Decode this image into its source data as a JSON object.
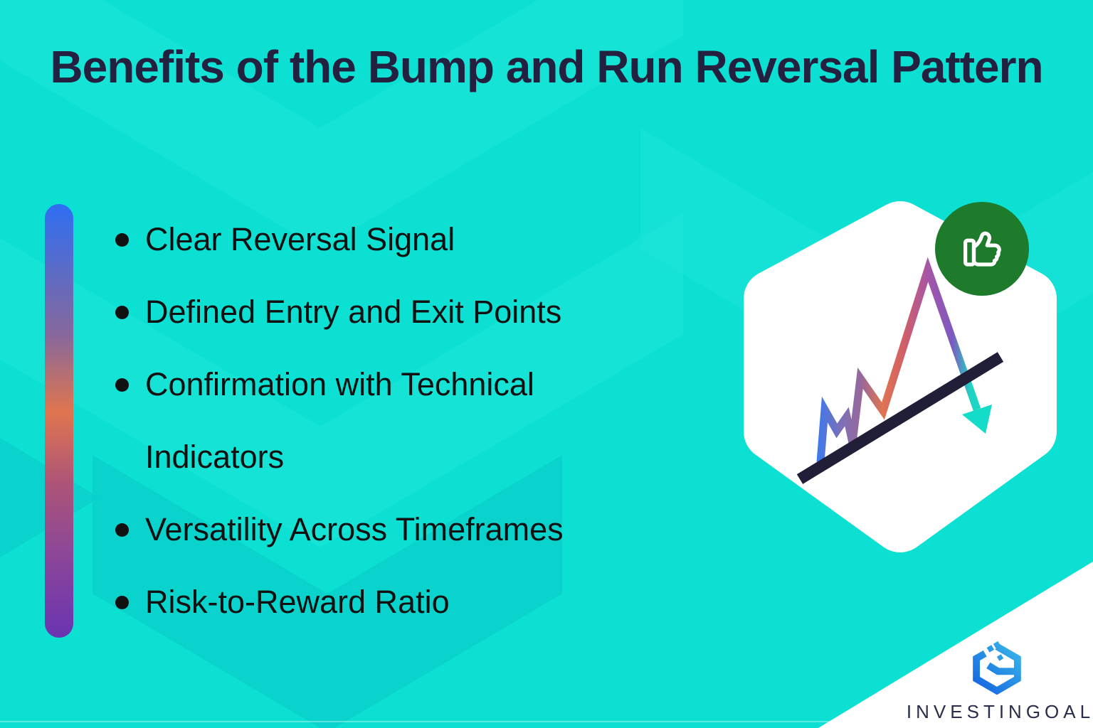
{
  "title": "Benefits of the Bump and Run Reversal Pattern",
  "benefits": [
    "Clear Reversal Signal",
    "Defined Entry and Exit Points",
    "Confirmation with Technical Indicators",
    "Versatility Across Timeframes",
    "Risk-to-Reward Ratio"
  ],
  "brand": {
    "name": "INVESTINGOAL"
  },
  "icons": {
    "thumbs_up": "thumbs-up-icon",
    "chart": "bump-and-run-chart-icon",
    "logo": "investingoal-hexagon-logo"
  },
  "colors": {
    "background_teal": "#0BE0D3",
    "pattern_light": "#1FE5D9",
    "pattern_dark": "#09CFCB",
    "title_navy": "#242140",
    "body_text": "#111111",
    "accent_bar_gradient": [
      "#2E6FF2 0%",
      "#86689C 30%",
      "#E0754F 48%",
      "#AE5577 64%",
      "#8F4895 79%",
      "#6A34B2 100%"
    ],
    "hexagon_fill": "#FFFFFF",
    "thumbs_up_green": "#1E7B2C",
    "trendline_navy": "#211E38",
    "arrow_teal": "#13DDC9",
    "logo_blue_dark": "#1158DF",
    "logo_blue_light": "#3EC4EA",
    "logo_text_navy": "#2A2E4A"
  }
}
